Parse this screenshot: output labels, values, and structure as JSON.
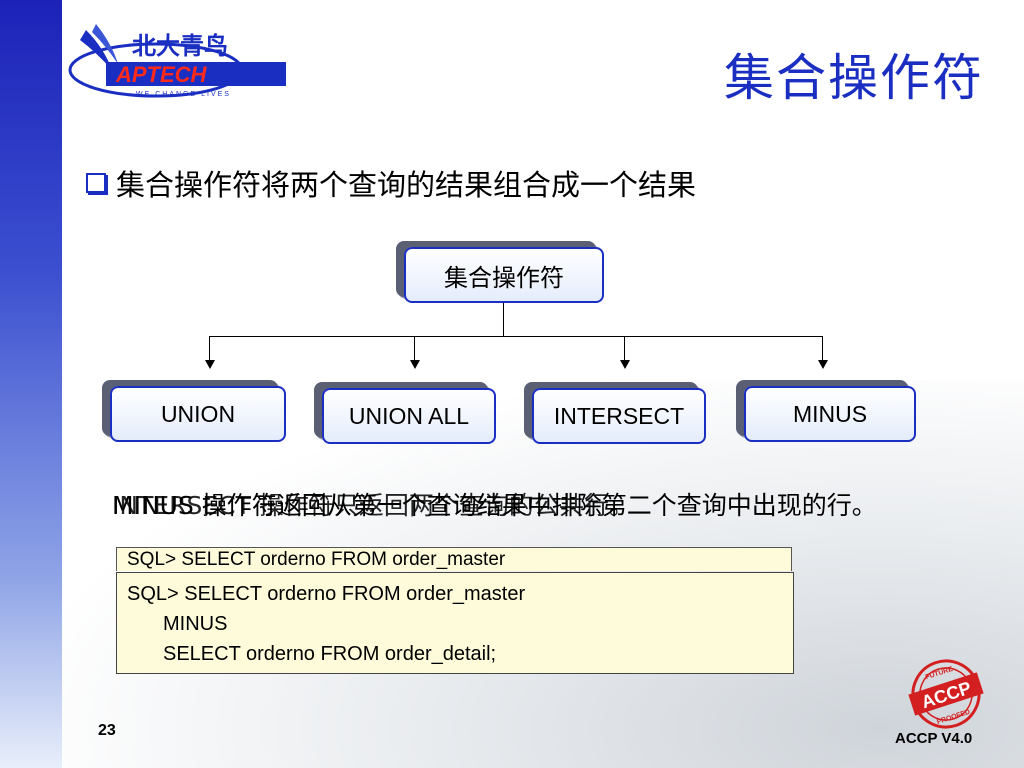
{
  "logo": {
    "cn_text": "北大青鸟",
    "brand": "APTECH",
    "tagline": "WE CHANGE LIVES"
  },
  "slide": {
    "title": "集合操作符",
    "bullet": "集合操作符将两个查询的结果组合成一个结果"
  },
  "diagram": {
    "root": "集合操作符",
    "children": [
      "UNION",
      "UNION ALL",
      "INTERSECT",
      "MINUS"
    ]
  },
  "description": {
    "current": "MINUS 操作符返回从第一个查询结果中排除第二个查询中出现的行。",
    "overlapped": "INTERSECT 操作符只返回两个查询的公共行。"
  },
  "code": {
    "ghost_line": "SQL> SELECT orderno FROM order_master",
    "lines": [
      "SQL> SELECT orderno FROM order_master",
      "MINUS",
      "SELECT orderno FROM order_detail;"
    ]
  },
  "footer": {
    "page_number": "23",
    "version": "ACCP  V4.0",
    "stamp_top": "FUTURE",
    "stamp_main": "ACCP",
    "stamp_bottom": "PROOFED"
  },
  "colors": {
    "accent": "#1b2ec2",
    "code_bg": "#fdfbd9",
    "stamp": "#d31f1f"
  }
}
